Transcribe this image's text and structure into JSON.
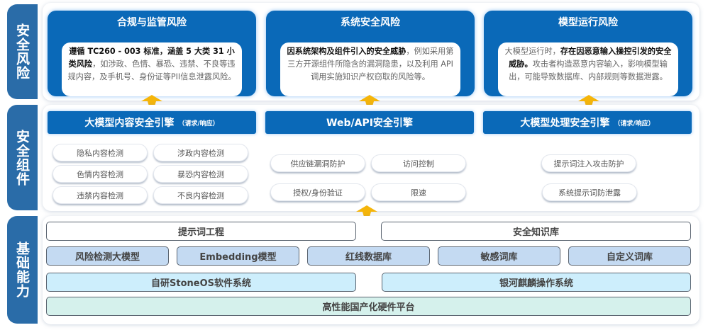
{
  "side_labels": {
    "risk": "安全风险",
    "components": "安全组件",
    "foundation": "基础能力"
  },
  "risks": [
    {
      "title": "合规与监管风险",
      "bold_prefix": "遵循 TC260 - 003 标准，涵盖 5 大类 31 小类风险",
      "text": "，如涉政、色情、暴恐、违禁、不良等违规内容，及手机号、身份证等PII信息泄露风险。"
    },
    {
      "title": "系统安全风险",
      "bold_prefix": "因系统架构及组件引入的安全威胁",
      "text": "，例如采用第三方开源组件所隐含的漏洞隐患，以及利用 API 调用实施知识产权窃取的风险等。"
    },
    {
      "title": "模型运行风险",
      "pre_text": "大模型运行时，",
      "bold_mid": "存在因恶意输入操控引发的安全威胁。",
      "text": "攻击者构造恶意内容输入，影响模型输出，可能导致数据库、内部规则等数据泄露。"
    }
  ],
  "engines": [
    {
      "title": "大模型内容安全引擎",
      "subtitle": "（请求/响应）",
      "items": [
        "隐私内容检测",
        "涉政内容检测",
        "色情内容检测",
        "暴恐内容检测",
        "违禁内容检测",
        "不良内容检测"
      ]
    },
    {
      "title": "Web/API安全引擎",
      "subtitle": "",
      "items": [
        "供应链漏洞防护",
        "访问控制",
        "授权/身份验证",
        "限速"
      ]
    },
    {
      "title": "大模型处理安全引擎",
      "subtitle": "（请求/响应）",
      "items": [
        "提示词注入攻击防护",
        "系统提示词防泄露"
      ]
    }
  ],
  "foundation": {
    "row1": [
      "提示词工程",
      "安全知识库"
    ],
    "row2": [
      "风险检测大模型",
      "Embedding模型",
      "红线数据库",
      "敏感词库",
      "自定义词库"
    ],
    "row3": [
      "自研StoneOS软件系统",
      "银河麒麟操作系统"
    ],
    "row4": [
      "高性能国产化硬件平台"
    ]
  },
  "colors": {
    "card_blue": "#0a69b8",
    "side_blue": "#2a6ca8",
    "arrow": "#f5b50a"
  },
  "icons": {
    "arrow": "up-arrow-icon"
  }
}
